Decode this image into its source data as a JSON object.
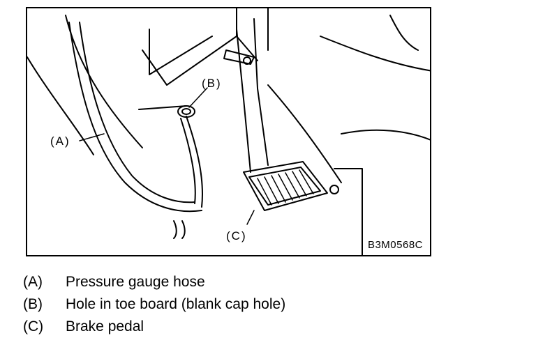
{
  "figure": {
    "code": "B3M0568C",
    "callouts": {
      "a": "(A)",
      "b": "(B)",
      "c": "(C)"
    }
  },
  "legend": [
    {
      "key": "(A)",
      "text": "Pressure gauge hose"
    },
    {
      "key": "(B)",
      "text": "Hole in toe board (blank cap hole)"
    },
    {
      "key": "(C)",
      "text": "Brake pedal"
    }
  ]
}
